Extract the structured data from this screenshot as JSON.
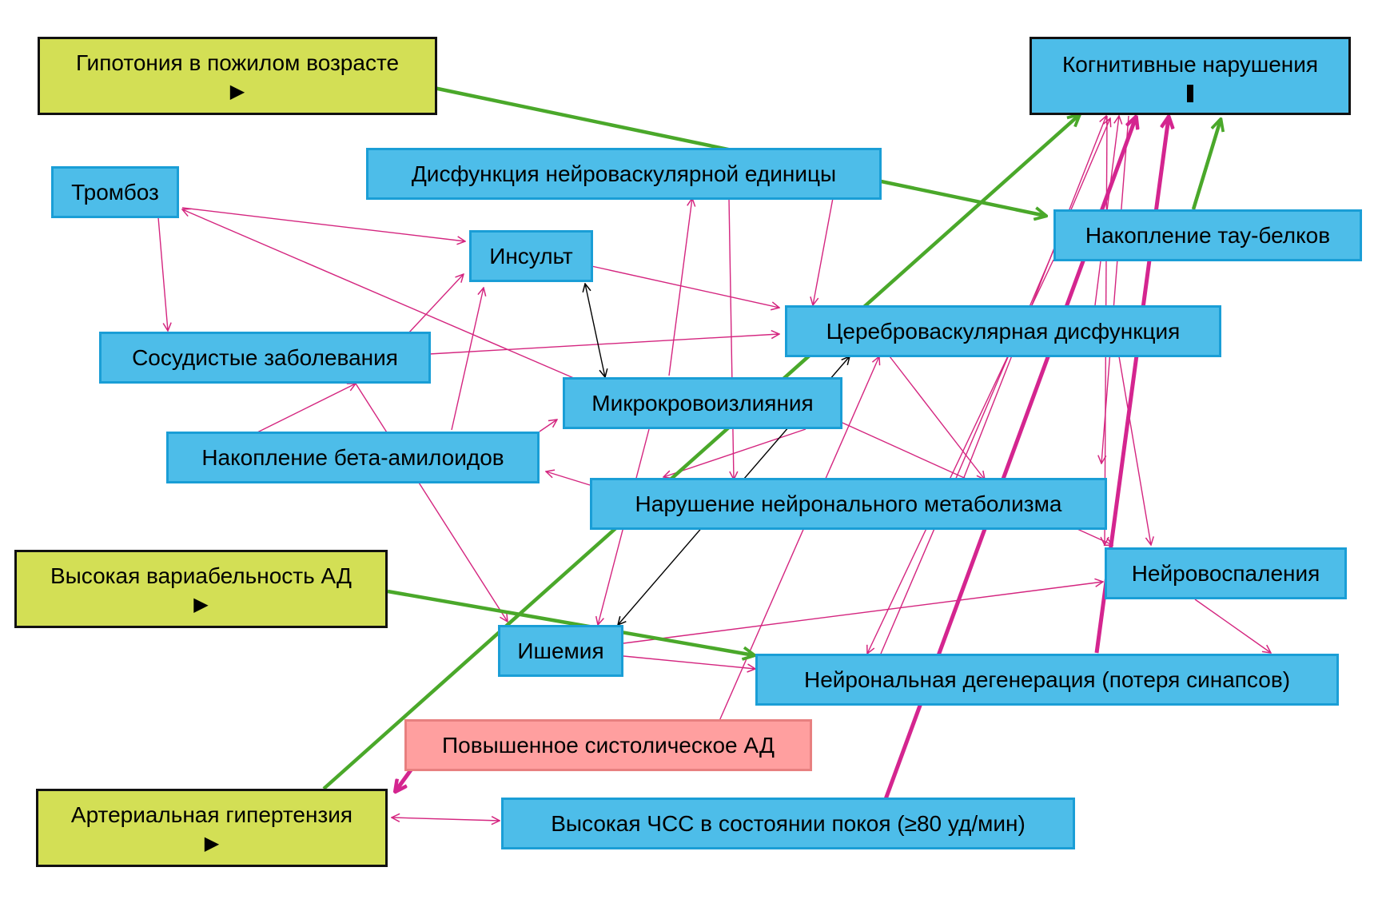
{
  "nodes": {
    "hypotension": {
      "label": "Гипотония в пожилом возрасте",
      "marker": "▶"
    },
    "cognitive": {
      "label": "Когнитивные нарушения"
    },
    "nvu": {
      "label": "Дисфункция нейроваскулярной единицы"
    },
    "thrombosis": {
      "label": "Тромбоз"
    },
    "tau": {
      "label": "Накопление тау-белков"
    },
    "stroke": {
      "label": "Инсульт"
    },
    "cerebro": {
      "label": "Цереброваскулярная дисфункция"
    },
    "vascular": {
      "label": "Сосудистые заболевания"
    },
    "microbleeds": {
      "label": "Микрокровоизлияния"
    },
    "amyloid": {
      "label": "Накопление бета-амилоидов"
    },
    "metabolism": {
      "label": "Нарушение нейронального метаболизма"
    },
    "bpvar": {
      "label": "Высокая вариабельность АД",
      "marker": "▶"
    },
    "neuroinfl": {
      "label": "Нейровоспаления"
    },
    "ischemia": {
      "label": "Ишемия"
    },
    "degeneration": {
      "label": "Нейрональная дегенерация (потеря синапсов)"
    },
    "systolic": {
      "label": "Повышенное систолическое АД"
    },
    "hypertension": {
      "label": "Артериальная гипертензия",
      "marker": "▶"
    },
    "hr": {
      "label": "Высокая ЧСС в состоянии покоя (≥80 уд/мин)"
    }
  },
  "colors": {
    "box_blue": "#4dbde9",
    "box_green": "#d3df55",
    "box_pink": "#ff9f9f",
    "arrow_thin": "#d4257f",
    "arrow_green": "#4aa82a",
    "arrow_magenta": "#d4258f",
    "arrow_black": "#000000"
  }
}
